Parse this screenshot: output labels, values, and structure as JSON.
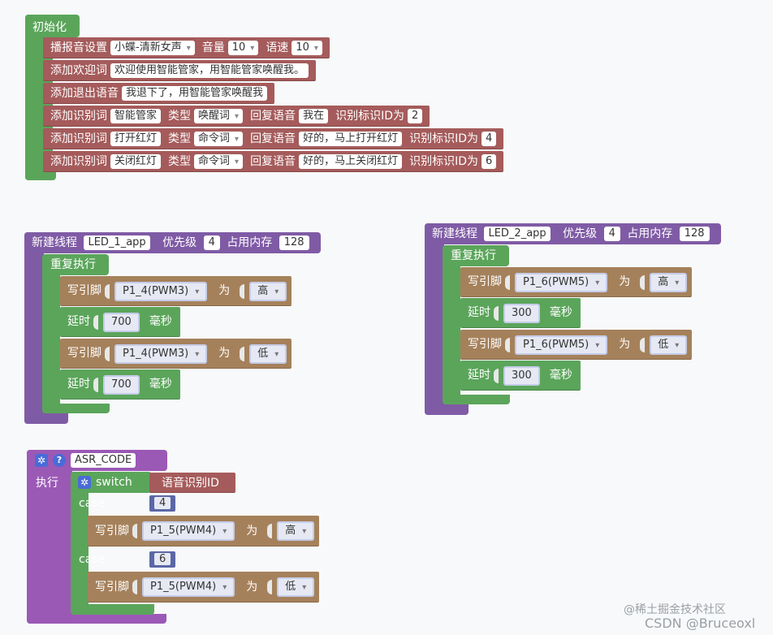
{
  "init": {
    "title": "初始化",
    "rows": [
      {
        "parts": [
          {
            "t": "lbl",
            "v": "播报音设置"
          },
          {
            "t": "dd",
            "v": "小蝶-清新女声"
          },
          {
            "t": "lbl",
            "v": "音量"
          },
          {
            "t": "dd",
            "v": "10"
          },
          {
            "t": "lbl",
            "v": "语速"
          },
          {
            "t": "dd",
            "v": "10"
          }
        ]
      },
      {
        "parts": [
          {
            "t": "lbl",
            "v": "添加欢迎词"
          },
          {
            "t": "field",
            "v": "欢迎使用智能管家，用智能管家唤醒我。"
          }
        ]
      },
      {
        "parts": [
          {
            "t": "lbl",
            "v": "添加退出语音"
          },
          {
            "t": "field",
            "v": "我退下了，用智能管家唤醒我"
          }
        ]
      },
      {
        "parts": [
          {
            "t": "lbl",
            "v": "添加识别词"
          },
          {
            "t": "field",
            "v": "智能管家"
          },
          {
            "t": "lbl",
            "v": "类型"
          },
          {
            "t": "dd",
            "v": "唤醒词"
          },
          {
            "t": "lbl",
            "v": "回复语音"
          },
          {
            "t": "field",
            "v": "我在"
          },
          {
            "t": "lbl",
            "v": "识别标识ID为"
          },
          {
            "t": "field",
            "v": "2"
          }
        ]
      },
      {
        "parts": [
          {
            "t": "lbl",
            "v": "添加识别词"
          },
          {
            "t": "field",
            "v": "打开红灯"
          },
          {
            "t": "lbl",
            "v": "类型"
          },
          {
            "t": "dd",
            "v": "命令词"
          },
          {
            "t": "lbl",
            "v": "回复语音"
          },
          {
            "t": "field",
            "v": "好的，马上打开红灯"
          },
          {
            "t": "lbl",
            "v": "识别标识ID为"
          },
          {
            "t": "field",
            "v": "4"
          }
        ]
      },
      {
        "parts": [
          {
            "t": "lbl",
            "v": "添加识别词"
          },
          {
            "t": "field",
            "v": "关闭红灯"
          },
          {
            "t": "lbl",
            "v": "类型"
          },
          {
            "t": "dd",
            "v": "命令词"
          },
          {
            "t": "lbl",
            "v": "回复语音"
          },
          {
            "t": "field",
            "v": "好的，马上关闭红灯"
          },
          {
            "t": "lbl",
            "v": "识别标识ID为"
          },
          {
            "t": "field",
            "v": "6"
          }
        ]
      }
    ]
  },
  "thread1": {
    "label": "新建线程",
    "name": "LED_1_app",
    "prio_label": "优先级",
    "prio": "4",
    "mem_label": "占用内存",
    "mem": "128",
    "loop": "重复执行",
    "steps": [
      {
        "k": "write",
        "label": "写引脚",
        "pin": "P1_4(PWM3)",
        "as": "为",
        "val": "高"
      },
      {
        "k": "delay",
        "label": "延时",
        "ms": "700",
        "unit": "毫秒"
      },
      {
        "k": "write",
        "label": "写引脚",
        "pin": "P1_4(PWM3)",
        "as": "为",
        "val": "低"
      },
      {
        "k": "delay",
        "label": "延时",
        "ms": "700",
        "unit": "毫秒"
      }
    ]
  },
  "thread2": {
    "label": "新建线程",
    "name": "LED_2_app",
    "prio_label": "优先级",
    "prio": "4",
    "mem_label": "占用内存",
    "mem": "128",
    "loop": "重复执行",
    "steps": [
      {
        "k": "write",
        "label": "写引脚",
        "pin": "P1_6(PWM5)",
        "as": "为",
        "val": "高"
      },
      {
        "k": "delay",
        "label": "延时",
        "ms": "300",
        "unit": "毫秒"
      },
      {
        "k": "write",
        "label": "写引脚",
        "pin": "P1_6(PWM5)",
        "as": "为",
        "val": "低"
      },
      {
        "k": "delay",
        "label": "延时",
        "ms": "300",
        "unit": "毫秒"
      }
    ]
  },
  "asr": {
    "name": "ASR_CODE",
    "exec": "执行",
    "switch": "switch",
    "switch_arg": "语音识别ID",
    "case_label": "case",
    "cases": [
      {
        "v": "4",
        "label": "写引脚",
        "pin": "P1_5(PWM4)",
        "as": "为",
        "val": "高"
      },
      {
        "v": "6",
        "label": "写引脚",
        "pin": "P1_5(PWM4)",
        "as": "为",
        "val": "低"
      }
    ]
  },
  "watermark": {
    "line1": "@稀土掘金技术社区",
    "line2": "CSDN @Bruceoxl"
  },
  "colors": {
    "green": "#5ba55b",
    "red": "#a55b5b",
    "purple": "#7f5ba5",
    "brown": "#a5815b",
    "asr": "#9b59b6"
  }
}
